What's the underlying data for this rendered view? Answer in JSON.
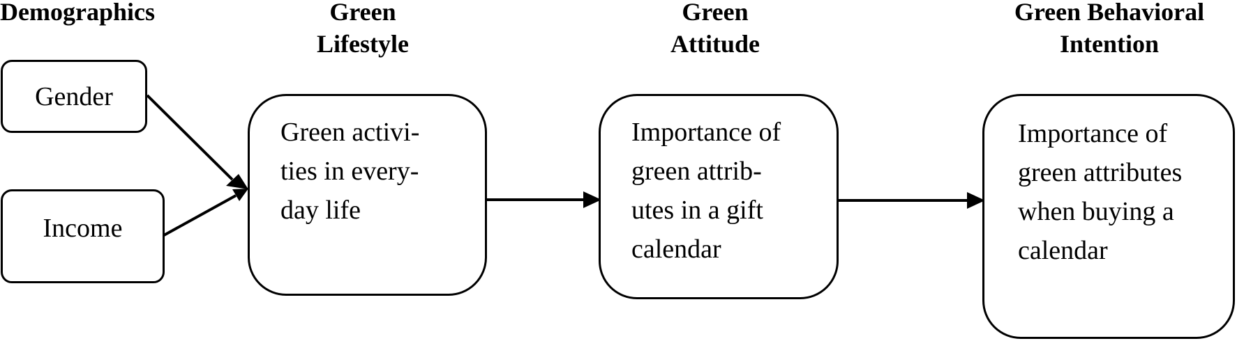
{
  "headings": {
    "demographics": "Demographics",
    "lifestyle": [
      "Green",
      "Lifestyle"
    ],
    "attitude": [
      "Green",
      "Attitude"
    ],
    "intention": [
      "Green Behavioral",
      "Intention"
    ]
  },
  "boxes": {
    "gender": "Gender",
    "income": "Income",
    "lifestyle": [
      "Green activi-",
      "ties in every-",
      "day life"
    ],
    "attitude": [
      "Importance of",
      "green attrib-",
      "utes in a gift",
      "calendar"
    ],
    "intention": [
      "Importance of",
      "green attributes",
      "when buying a",
      "calendar"
    ]
  }
}
